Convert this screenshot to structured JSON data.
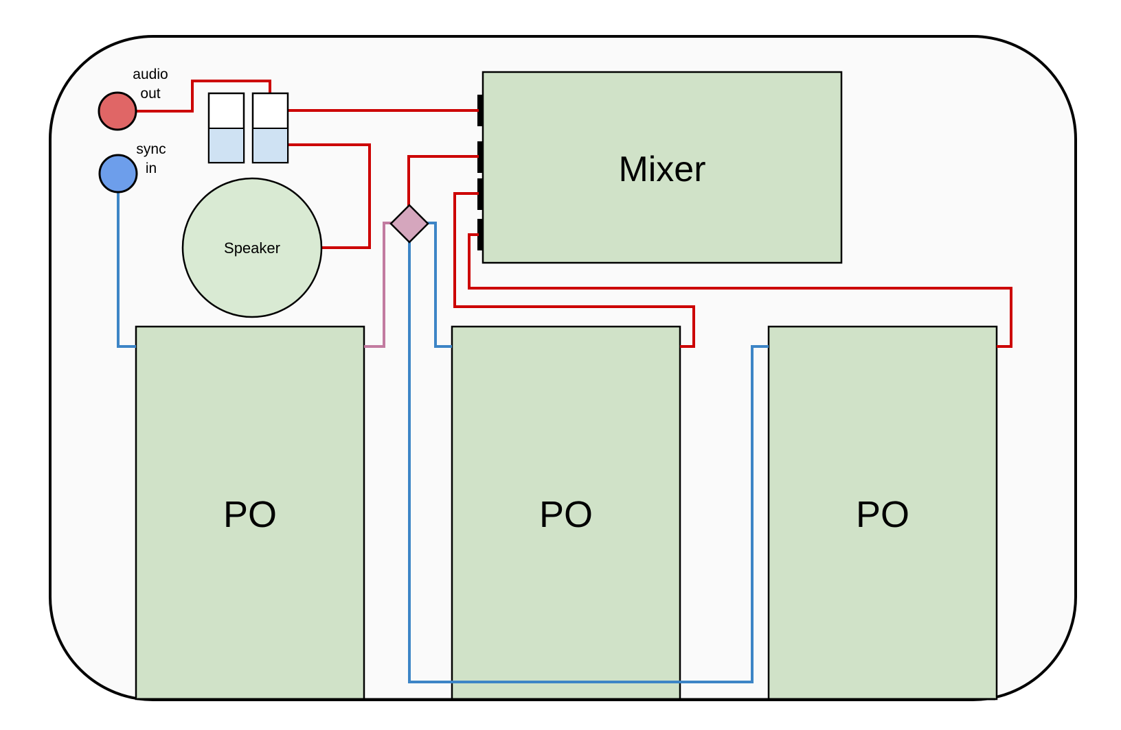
{
  "jacks": {
    "audio_out": {
      "line1": "audio",
      "line2": "out",
      "color": "#e06666"
    },
    "sync_in": {
      "line1": "sync",
      "line2": "in",
      "color": "#6d9eeb"
    }
  },
  "speaker": {
    "label": "Speaker",
    "fill": "#d9ead3"
  },
  "mixer": {
    "label": "Mixer",
    "fill": "#d0e2c8"
  },
  "pocket_operators": [
    {
      "label": "PO"
    },
    {
      "label": "PO"
    },
    {
      "label": "PO"
    }
  ],
  "splitter": {
    "fill": "#d5a6bd"
  },
  "switch": {
    "fill": "#cfe2f3"
  },
  "wire_colors": {
    "audio": "#cc0000",
    "sync": "#3d85c6",
    "mixed": "#c27ba0"
  },
  "enclosure": {
    "fill": "#fafafa"
  }
}
